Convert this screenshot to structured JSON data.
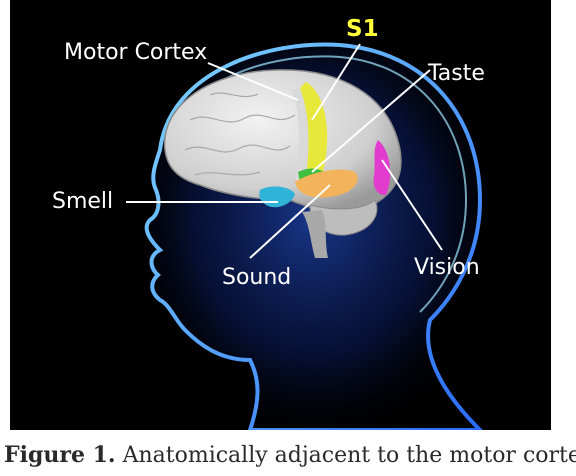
{
  "labels": {
    "motor_cortex": "Motor Cortex",
    "s1": "S1",
    "taste": "Taste",
    "smell": "Smell",
    "sound": "Sound",
    "vision": "Vision"
  },
  "caption": {
    "lead": "Figure 1.",
    "text": " Anatomically adjacent to the motor cortex, the"
  },
  "region_colors": {
    "motor_cortex": "#d9d9d9",
    "s1": "#e8e83a",
    "taste": "#3fbf3f",
    "smell": "#2fb3d9",
    "sound": "#f2b35a",
    "vision": "#e23ccf"
  }
}
